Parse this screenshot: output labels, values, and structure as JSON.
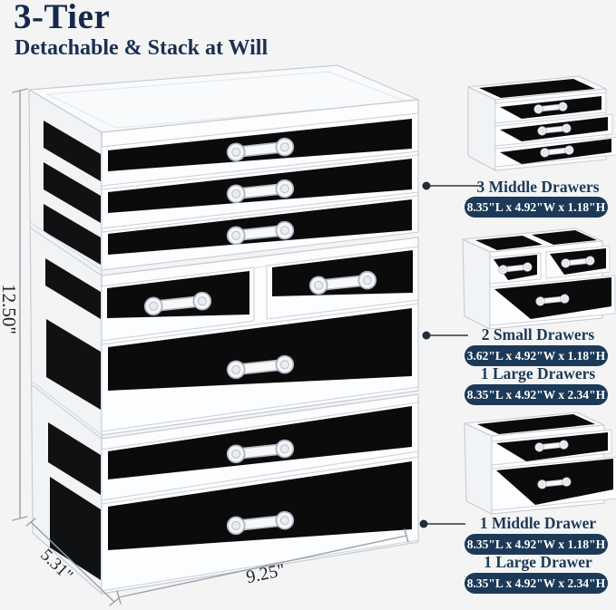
{
  "title": "3-Tier",
  "subtitle": "Detachable & Stack at Will",
  "dimensions": {
    "height": "12.50\"",
    "depth": "5.31\"",
    "width": "9.25\""
  },
  "callouts": [
    {
      "lines": [
        {
          "label": "3 Middle Drawers",
          "badge": "8.35\"L x 4.92\"W x 1.18\"H"
        }
      ]
    },
    {
      "lines": [
        {
          "label": "2 Small Drawers",
          "badge": "3.62\"L x 4.92\"W x 1.18\"H"
        },
        {
          "label": "1 Large Drawers",
          "badge": "8.35\"L x 4.92\"W x 2.34\"H"
        }
      ]
    },
    {
      "lines": [
        {
          "label": "1 Middle Drawer",
          "badge": "8.35\"L x 4.92\"W x 1.18\"H"
        },
        {
          "label": "1 Large Drawer",
          "badge": "8.35\"L x 4.92\"W x 2.34\"H"
        }
      ]
    }
  ],
  "colors": {
    "navy_text": "#16294a",
    "badge_bg": "#1c3a57",
    "badge_text": "#ffffff",
    "background": "#f4f4f5",
    "velvet_black": "#0b0b0c"
  }
}
